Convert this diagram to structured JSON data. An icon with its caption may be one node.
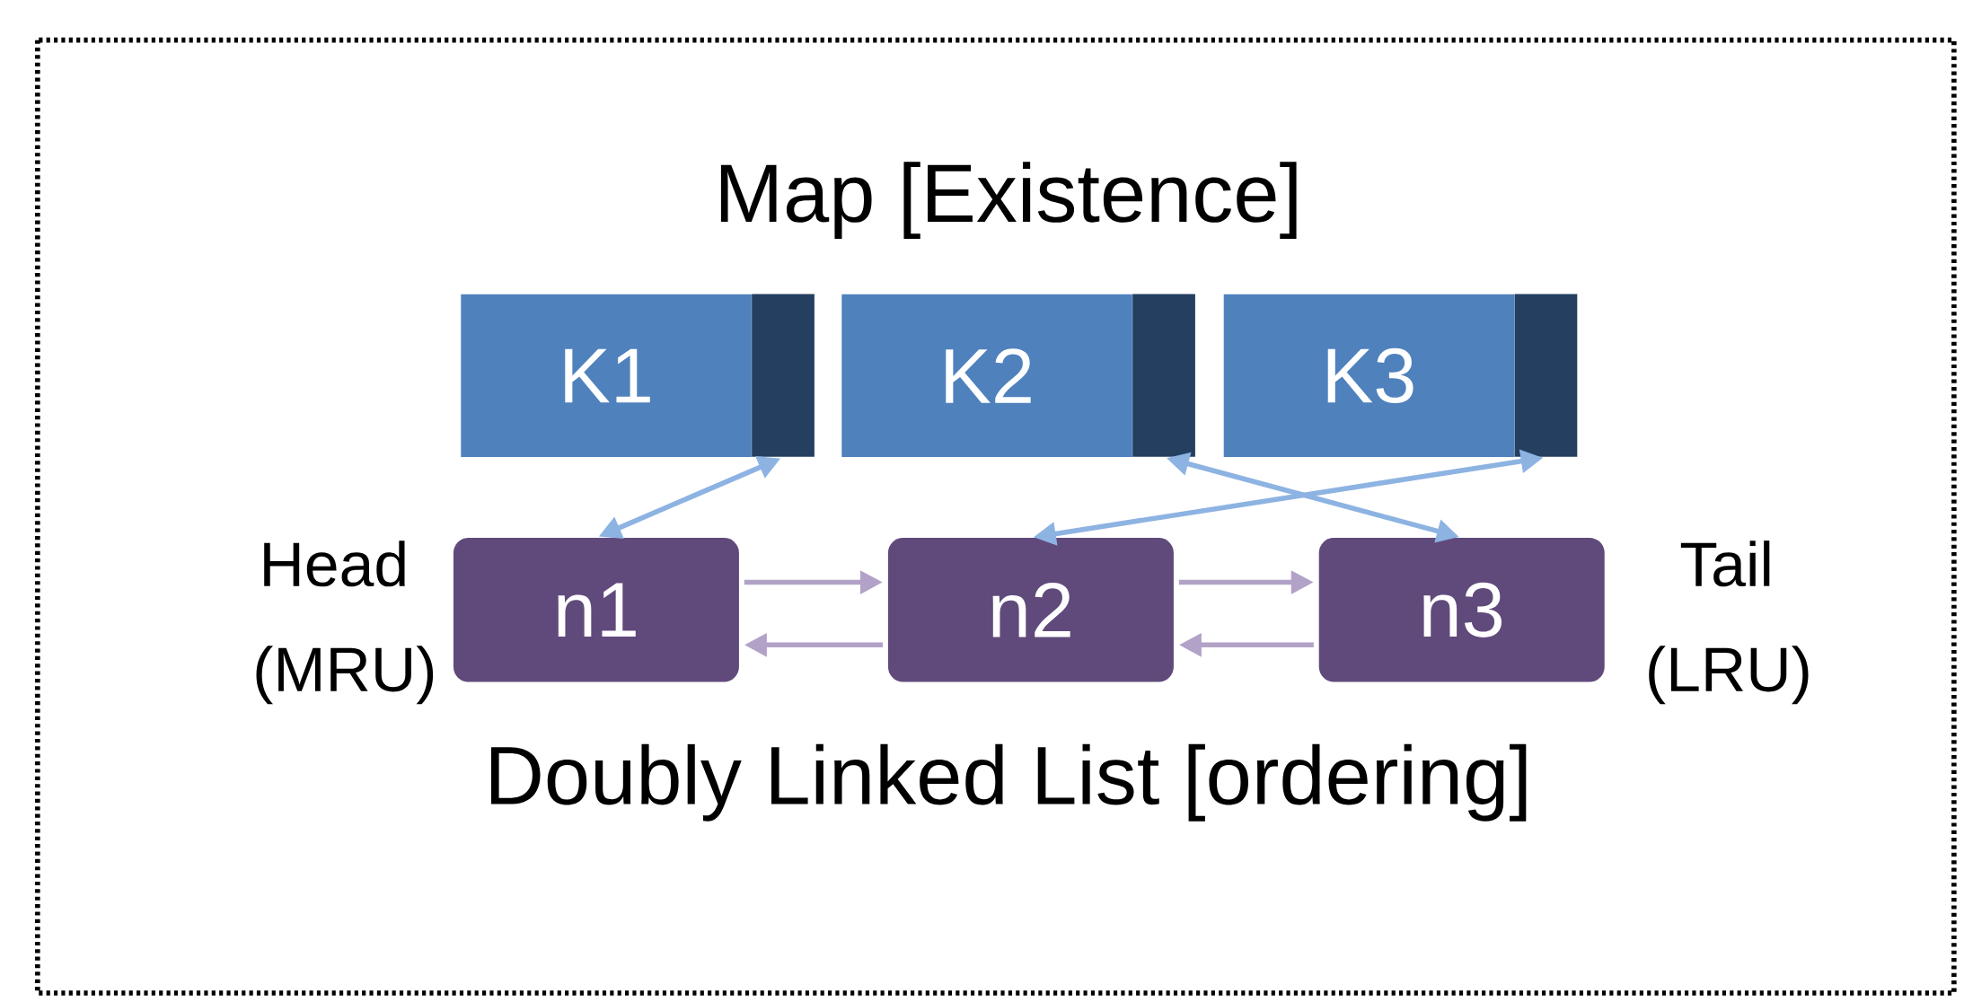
{
  "diagram": {
    "title": "Map [Existence]",
    "caption": "Doubly Linked List [ordering]",
    "nodes": [
      {
        "text": [
          "K1"
        ]
      },
      {
        "text": [
          "K2"
        ]
      },
      {
        "text": [
          "K3"
        ]
      },
      {
        "text": [
          "n1"
        ],
        "beside": [
          "Head (MRU)"
        ]
      },
      {
        "text": [
          "n2"
        ]
      },
      {
        "text": [
          "n3"
        ],
        "beside": [
          "Tail (LRU)"
        ]
      }
    ],
    "edges": [
      {
        "from": 0,
        "to": 3,
        "arrow": "both",
        "color": "#8db3e2"
      },
      {
        "from": 1,
        "to": 5,
        "arrow": "both",
        "color": "#8db3e2"
      },
      {
        "from": 2,
        "to": 4,
        "arrow": "both",
        "color": "#8db3e2"
      },
      {
        "from": 3,
        "to": 4,
        "arrow": "to"
      },
      {
        "from": 4,
        "to": 3,
        "arrow": "to"
      },
      {
        "from": 4,
        "to": 5,
        "arrow": "to"
      },
      {
        "from": 5,
        "to": 4,
        "arrow": "to"
      }
    ]
  }
}
